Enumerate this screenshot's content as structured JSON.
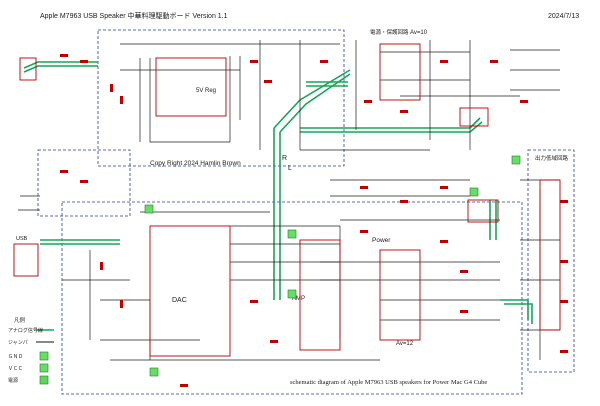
{
  "header": {
    "title": "Apple M7963 USB Speaker 中華料理駆動ボード Version 1.1",
    "date": "2024/7/13"
  },
  "labels": {
    "copyright": "Copy Right 2024 Hamlin Brown",
    "caption": "schematic diagram of Apple M7963 USB speakers for Power Mac G4 Cube",
    "dac": "DAC",
    "amp": "AMP",
    "reg": "5V Reg",
    "power": "Power",
    "av10": "Av=10",
    "av12": "Av=12",
    "power_section": "電源・保護回路",
    "lpf_section": "出力低域回路",
    "usb": "USB",
    "r_label": "R",
    "l_label": "L"
  },
  "legend": {
    "title": "凡例",
    "items": [
      {
        "label": "アナログ信号線",
        "color": "#19a35a"
      },
      {
        "label": "ジャンパ",
        "color": "#111111"
      },
      {
        "label": "ＧＮＤ",
        "color": "#2a7a2a"
      },
      {
        "label": "ＶＣＣ",
        "color": "#c00000"
      },
      {
        "label": "電源",
        "color": "#5cd65c"
      }
    ]
  },
  "colors": {
    "wire": "#1f1f1f",
    "signal": "#19a35a",
    "border": "#2a3aa8",
    "part": "#b00000",
    "ground": "#66dd66"
  }
}
